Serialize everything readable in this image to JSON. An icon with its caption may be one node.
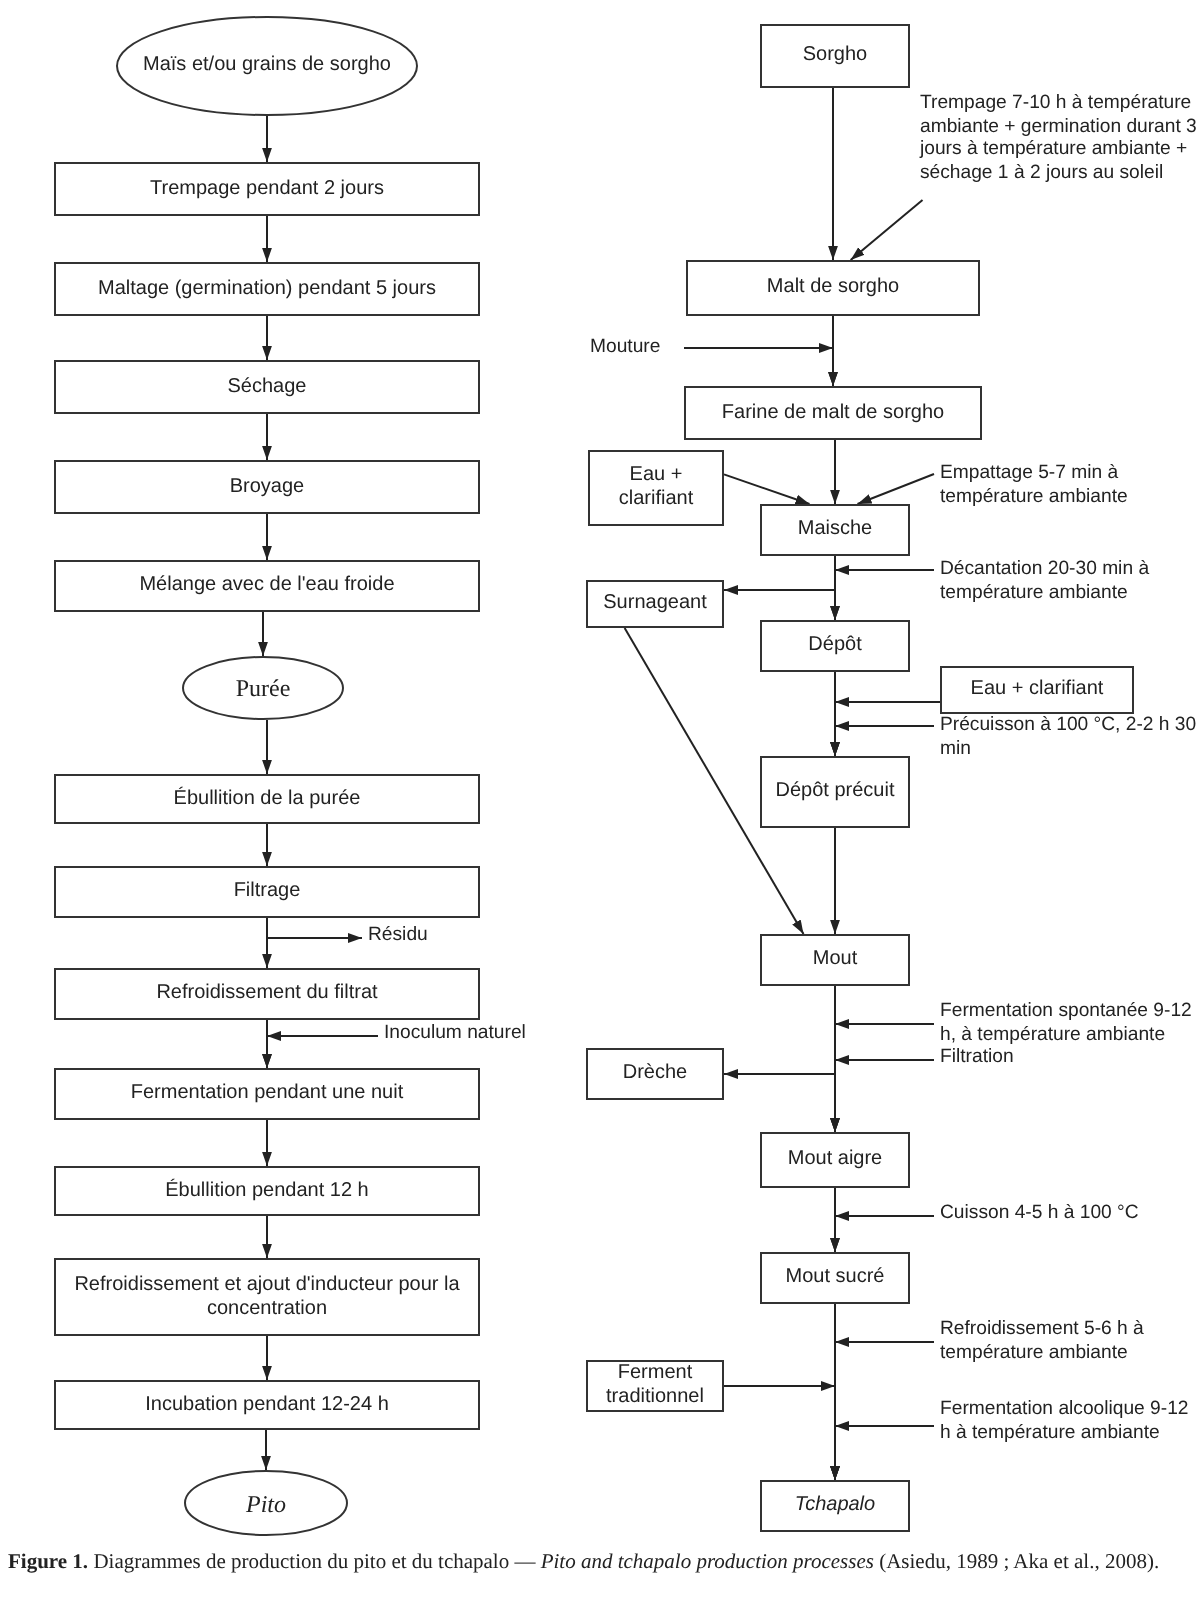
{
  "diagram": {
    "caption": "**Figure 1.** Diagrammes de production du pito et du tchapalo — *Pito and tchapalo production processes* (Asiedu, 1989 ; Aka et al., 2008).",
    "nodes": [
      {
        "text": [
          "Maïs et/ou grains de sorgho"
        ]
      },
      {
        "text": [
          "Trempage pendant 2 jours"
        ]
      },
      {
        "text": [
          "Maltage (germination) pendant 5 jours"
        ]
      },
      {
        "text": [
          "Séchage"
        ]
      },
      {
        "text": [
          "Broyage"
        ]
      },
      {
        "text": [
          "Mélange avec de l'eau froide"
        ]
      },
      {
        "text": [
          "Purée"
        ]
      },
      {
        "text": [
          "Ébullition de la purée"
        ]
      },
      {
        "text": [
          "Filtrage"
        ]
      },
      {
        "text": [
          "Résidu"
        ]
      },
      {
        "text": [
          "Refroidissement du filtrat"
        ]
      },
      {
        "text": [
          "Inoculum naturel"
        ]
      },
      {
        "text": [
          "Fermentation pendant une nuit"
        ]
      },
      {
        "text": [
          "Ébullition pendant 12 h"
        ]
      },
      {
        "text": [
          "Refroidissement et ajout d'inducteur pour la concentration"
        ]
      },
      {
        "text": [
          "Incubation pendant 12-24 h"
        ]
      },
      {
        "text": [
          "Pito"
        ]
      },
      {
        "text": [
          "Sorgho"
        ]
      },
      {
        "text": [
          "Trempage 7-10 h à température ambiante + germination durant 3 jours à température ambiante + séchage 1 à 2 jours au soleil"
        ]
      },
      {
        "text": [
          "Malt de sorgho"
        ]
      },
      {
        "text": [
          "Mouture"
        ]
      },
      {
        "text": [
          "Farine de malt de sorgho"
        ]
      },
      {
        "text": [
          "Eau + clarifiant"
        ]
      },
      {
        "text": [
          "Empattage 5-7 min à température ambiante"
        ]
      },
      {
        "text": [
          "Maische"
        ]
      },
      {
        "text": [
          "Décantation 20-30 min à température ambiante"
        ]
      },
      {
        "text": [
          "Surnageant"
        ]
      },
      {
        "text": [
          "Dépôt"
        ]
      },
      {
        "text": [
          "Eau + clarifiant"
        ]
      },
      {
        "text": [
          "Précuisson à 100 °C, 2-2 h 30 min"
        ]
      },
      {
        "text": [
          "Dépôt précuit"
        ]
      },
      {
        "text": [
          "Mout"
        ]
      },
      {
        "text": [
          "Fermentation spontanée 9-12 h, à température ambiante"
        ]
      },
      {
        "text": [
          "Filtration"
        ]
      },
      {
        "text": [
          "Drèche"
        ]
      },
      {
        "text": [
          "Mout aigre"
        ]
      },
      {
        "text": [
          "Cuisson 4-5 h à 100 °C"
        ]
      },
      {
        "text": [
          "Mout sucré"
        ]
      },
      {
        "text": [
          "Refroidissement 5-6 h à température ambiante"
        ]
      },
      {
        "text": [
          "Ferment traditionnel"
        ]
      },
      {
        "text": [
          "Fermentation alcoolique 9-12 h à température ambiante"
        ]
      },
      {
        "text": [
          "Tchapalo"
        ]
      }
    ],
    "edges": [
      {
        "from": 0,
        "to": 1,
        "arrow": "to"
      },
      {
        "from": 1,
        "to": 2,
        "arrow": "to"
      },
      {
        "from": 2,
        "to": 3,
        "arrow": "to"
      },
      {
        "from": 3,
        "to": 4,
        "arrow": "to"
      },
      {
        "from": 4,
        "to": 5,
        "arrow": "to"
      },
      {
        "from": 5,
        "to": 6,
        "arrow": "to"
      },
      {
        "from": 6,
        "to": 7,
        "arrow": "to"
      },
      {
        "from": 7,
        "to": 8,
        "arrow": "to"
      },
      {
        "from": 8,
        "to": 9,
        "arrow": "to"
      },
      {
        "from": 8,
        "to": 10,
        "arrow": "to"
      },
      {
        "from": 11,
        "to": 12,
        "arrow": "to"
      },
      {
        "from": 10,
        "to": 12,
        "arrow": "to"
      },
      {
        "from": 12,
        "to": 13,
        "arrow": "to"
      },
      {
        "from": 13,
        "to": 14,
        "arrow": "to"
      },
      {
        "from": 14,
        "to": 15,
        "arrow": "to"
      },
      {
        "from": 15,
        "to": 16,
        "arrow": "to"
      },
      {
        "from": 17,
        "to": 19,
        "arrow": "to"
      },
      {
        "from": 18,
        "to": 19,
        "arrow": "to"
      },
      {
        "from": 19,
        "to": 21,
        "arrow": "to"
      },
      {
        "from": 20,
        "to": 21,
        "arrow": "to"
      },
      {
        "from": 21,
        "to": 24,
        "arrow": "to"
      },
      {
        "from": 22,
        "to": 24,
        "arrow": "to"
      },
      {
        "from": 23,
        "to": 24,
        "arrow": "to"
      },
      {
        "from": 24,
        "to": 26,
        "arrow": "to"
      },
      {
        "from": 24,
        "to": 27,
        "arrow": "to"
      },
      {
        "from": 25,
        "to": 27,
        "arrow": "to"
      },
      {
        "from": 27,
        "to": 30,
        "arrow": "to"
      },
      {
        "from": 28,
        "to": 30,
        "arrow": "to"
      },
      {
        "from": 29,
        "to": 30,
        "arrow": "to"
      },
      {
        "from": 26,
        "to": 31,
        "arrow": "to"
      },
      {
        "from": 30,
        "to": 31,
        "arrow": "to"
      },
      {
        "from": 31,
        "to": 34,
        "arrow": "to"
      },
      {
        "from": 31,
        "to": 35,
        "arrow": "to"
      },
      {
        "from": 32,
        "to": 35,
        "arrow": "to"
      },
      {
        "from": 33,
        "to": 35,
        "arrow": "to"
      },
      {
        "from": 35,
        "to": 37,
        "arrow": "to"
      },
      {
        "from": 36,
        "to": 37,
        "arrow": "to"
      },
      {
        "from": 37,
        "to": 41,
        "arrow": "to"
      },
      {
        "from": 38,
        "to": 41,
        "arrow": "to"
      },
      {
        "from": 39,
        "to": 41,
        "arrow": "to"
      },
      {
        "from": 40,
        "to": 41,
        "arrow": "to"
      }
    ]
  }
}
